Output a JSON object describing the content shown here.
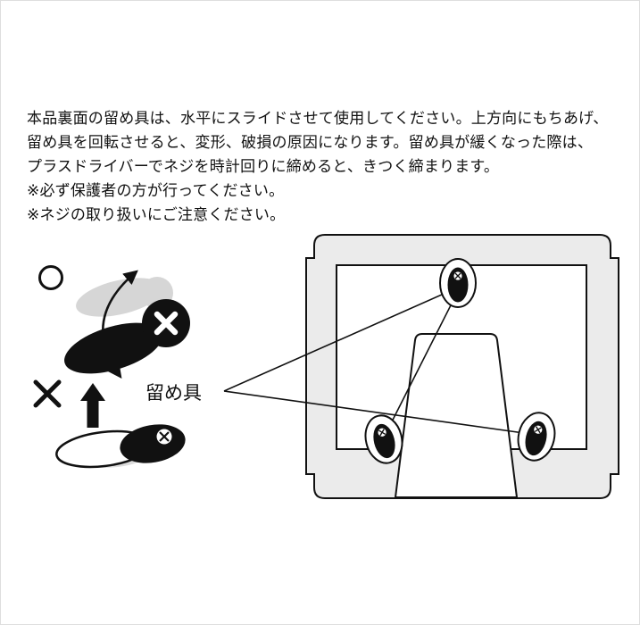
{
  "instructions": {
    "lines": [
      "本品裏面の留め具は、水平にスライドさせて使用してください。上方向にもちあげ、",
      "留め具を回転させると、変形、破損の原因になります。留め具が緩くなった際は、",
      "プラスドライバーでネジを時計回りに締めると、きつく締まります。",
      "※必ず保護者の方が行ってください。",
      "※ネジの取り扱いにご注意ください。"
    ]
  },
  "diagram": {
    "fastener_label": "留め具",
    "marks": {
      "correct": "○",
      "incorrect": "×"
    },
    "colors": {
      "ink": "#111111",
      "panel_fill": "#ebebeb",
      "ghost_gray": "#d6d6d6"
    }
  }
}
